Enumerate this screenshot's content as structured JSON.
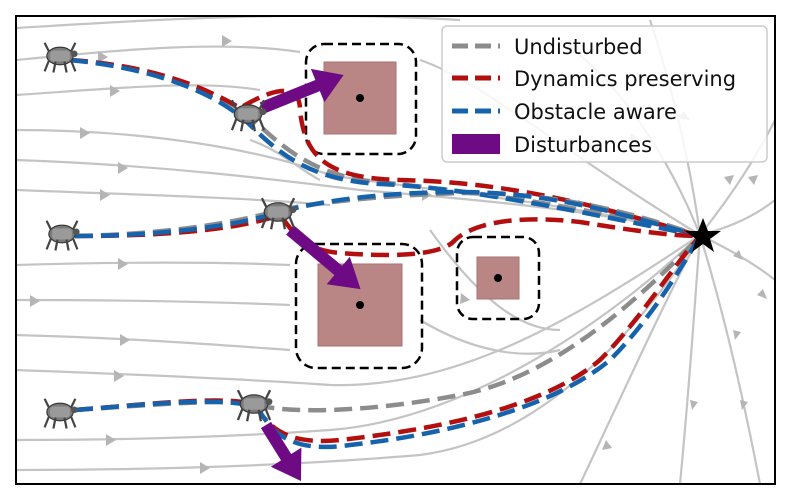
{
  "figure": {
    "legend": {
      "position": "top-right",
      "entries": [
        {
          "label": "Undisturbed",
          "color": "#8c8c8c",
          "style": "dashed-line"
        },
        {
          "label": "Dynamics preserving",
          "color": "#b30f0f",
          "style": "dashed-line"
        },
        {
          "label": "Obstacle aware",
          "color": "#1663ad",
          "style": "dashed-line"
        },
        {
          "label": "Disturbances",
          "color": "#6e0a83",
          "style": "filled-patch"
        }
      ]
    },
    "colors": {
      "streamline": "#c4c4c4",
      "obstacle_fill": "#b98585",
      "obstacle_boundary": "#000000",
      "goal": "#000000"
    },
    "icons": {
      "robot": "quadruped-robot-icon",
      "goal": "star-goal-icon",
      "obstacle_center": "dot-icon"
    }
  }
}
